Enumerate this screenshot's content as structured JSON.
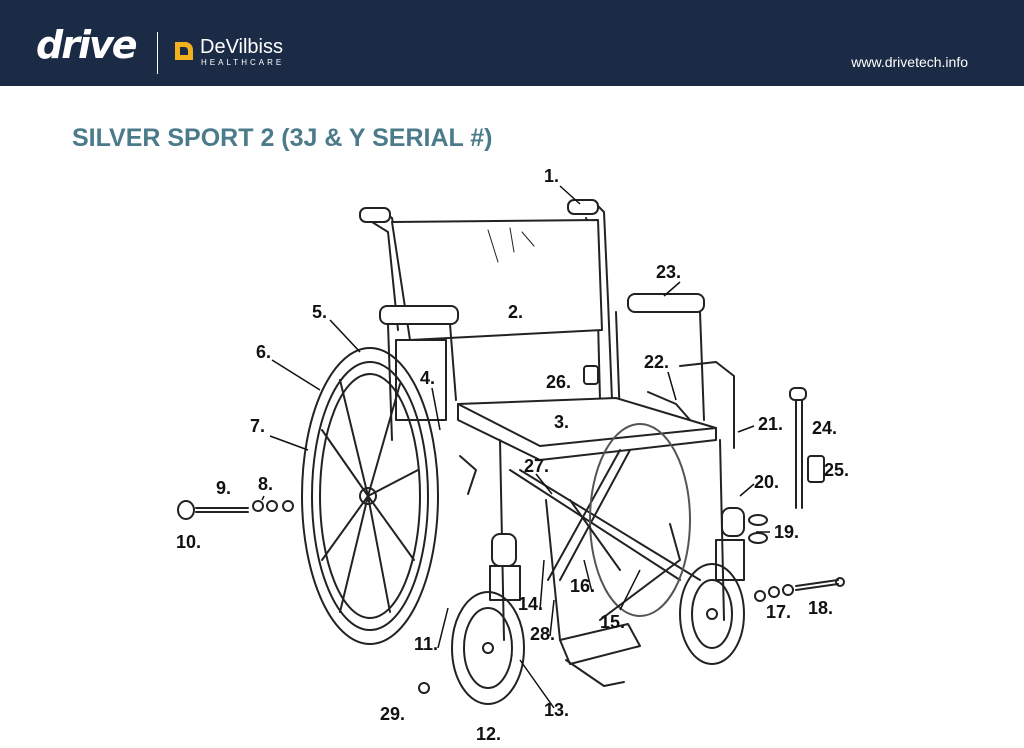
{
  "header": {
    "brand_drive": "drive",
    "brand_devilbiss": "DeVilbiss",
    "brand_devilbiss_sub": "HEALTHCARE",
    "website": "www.drivetech.info",
    "background_color": "#1c2b45",
    "accent_color": "#f2b01e"
  },
  "title": "SILVER SPORT 2 (3J & Y SERIAL #)",
  "title_color": "#4b7b8a",
  "diagram": {
    "parts": [
      {
        "id": "part-1",
        "label": "1."
      },
      {
        "id": "part-2",
        "label": "2."
      },
      {
        "id": "part-3",
        "label": "3."
      },
      {
        "id": "part-4",
        "label": "4."
      },
      {
        "id": "part-5",
        "label": "5."
      },
      {
        "id": "part-6",
        "label": "6."
      },
      {
        "id": "part-7",
        "label": "7."
      },
      {
        "id": "part-8",
        "label": "8."
      },
      {
        "id": "part-9",
        "label": "9."
      },
      {
        "id": "part-10",
        "label": "10."
      },
      {
        "id": "part-11",
        "label": "11."
      },
      {
        "id": "part-12",
        "label": "12."
      },
      {
        "id": "part-13",
        "label": "13."
      },
      {
        "id": "part-14",
        "label": "14."
      },
      {
        "id": "part-15",
        "label": "15."
      },
      {
        "id": "part-16",
        "label": "16."
      },
      {
        "id": "part-17",
        "label": "17."
      },
      {
        "id": "part-18",
        "label": "18."
      },
      {
        "id": "part-19",
        "label": "19."
      },
      {
        "id": "part-20",
        "label": "20."
      },
      {
        "id": "part-21",
        "label": "21."
      },
      {
        "id": "part-22",
        "label": "22."
      },
      {
        "id": "part-23",
        "label": "23."
      },
      {
        "id": "part-24",
        "label": "24."
      },
      {
        "id": "part-25",
        "label": "25."
      },
      {
        "id": "part-26",
        "label": "26."
      },
      {
        "id": "part-27",
        "label": "27."
      },
      {
        "id": "part-28",
        "label": "28."
      },
      {
        "id": "part-29",
        "label": "29."
      }
    ]
  }
}
